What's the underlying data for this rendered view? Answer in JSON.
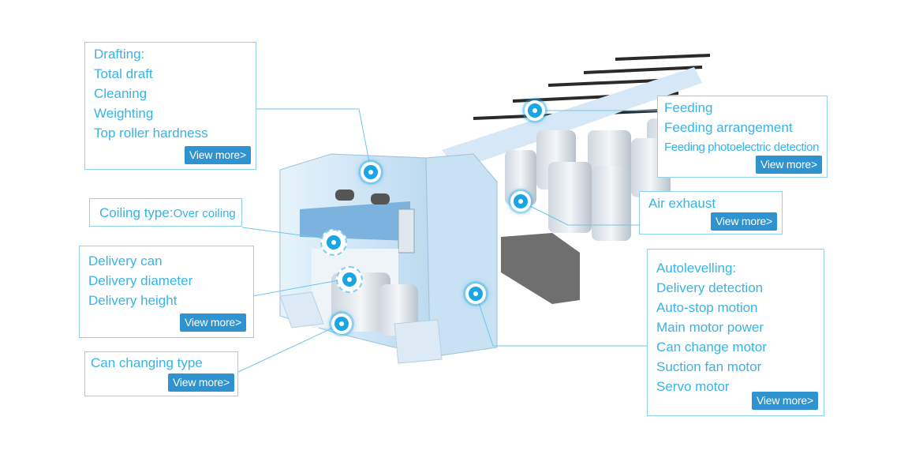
{
  "drafting": {
    "lines": [
      "Drafting:",
      "Total draft",
      "Cleaning",
      "Weighting",
      "Top roller hardness"
    ],
    "button": "View more>"
  },
  "feeding": {
    "lines": [
      "Feeding",
      "Feeding arrangement",
      "Feeding photoelectric detection"
    ],
    "button": "View more>"
  },
  "air_exhaust": {
    "lines": [
      "Air exhaust"
    ],
    "button": "View more>"
  },
  "coiling": {
    "label": "Coiling type:",
    "value": "Over coiling"
  },
  "delivery": {
    "lines": [
      "Delivery can",
      "Delivery diameter",
      "Delivery height"
    ],
    "button": "View more>"
  },
  "can_changing": {
    "lines": [
      "Can changing type"
    ],
    "button": "View more>"
  },
  "autolevelling": {
    "lines": [
      "Autolevelling:",
      "Delivery detection",
      "Auto-stop motion",
      "Main motor power",
      "Can change motor",
      "Suction fan motor",
      "Servo motor"
    ],
    "button": "View more>"
  },
  "colors": {
    "accent": "#37b4e6",
    "button": "#2f93cf",
    "border": "#8fd3ee",
    "machine": "#cfe6f5"
  }
}
